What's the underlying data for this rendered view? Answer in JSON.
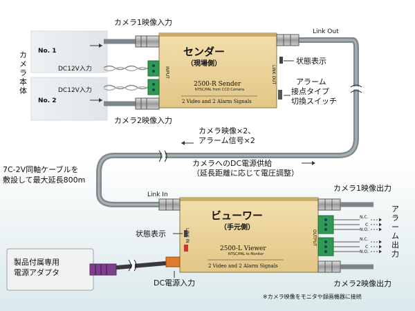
{
  "camera": {
    "body_label": "カメラ本体",
    "cam1_label": "No. 1",
    "cam2_label": "No. 2",
    "dc12v_1": "DC12V入力",
    "dc12v_2": "DC12V入力"
  },
  "sender": {
    "title": "センダー",
    "subtitle": "（現場側）",
    "model": "2500-R Sender",
    "model_sub": "NTSC/PAL from CCD Camera",
    "spec": "2 Video and 2 Alarm Signals",
    "input_label": "INPUT",
    "link_out_label": "LINK OUT"
  },
  "viewer": {
    "title": "ビューワー",
    "subtitle": "（手元側）",
    "model": "2500-L Viewer",
    "model_sub": "NTSC/PAL to Monitor",
    "spec": "2 Video and 2 Alarm Signals",
    "link_in_label": "LINK IN",
    "output_label": "OUTPUT"
  },
  "labels": {
    "cam1_video_in": "カメラ1映像入力",
    "cam2_video_in": "カメラ2映像入力",
    "link_out": "Link Out",
    "status_sender": "状態表示",
    "alarm_switch_1": "アラーム",
    "alarm_switch_2": "接点タイプ",
    "alarm_switch_3": "切換スイッチ",
    "signals_1": "カメラ映像×2、",
    "signals_2": "アラーム信号×2",
    "power_1": "カメラへのDC電源供給",
    "power_2": "（延長距離に応じて電圧調整）",
    "cable_1": "7C-2V同軸ケーブルを",
    "cable_2": "敷設して最大延長800m",
    "link_in": "Link In",
    "status_viewer": "状態表示",
    "cam1_video_out": "カメラ1映像出力",
    "cam2_video_out": "カメラ2映像出力",
    "alarm_out": "アラーム出力",
    "nc1": "N.C.",
    "c1": "C",
    "no1": "N.O.",
    "nc2": "N.C.",
    "c2": "C",
    "no2": "N.O.",
    "adapter_1": "製品付属専用",
    "adapter_2": "電源アダプタ",
    "dc_power_in": "DC電源入力",
    "footnote": "※カメラ映像をモニタや録画機器に接続"
  }
}
